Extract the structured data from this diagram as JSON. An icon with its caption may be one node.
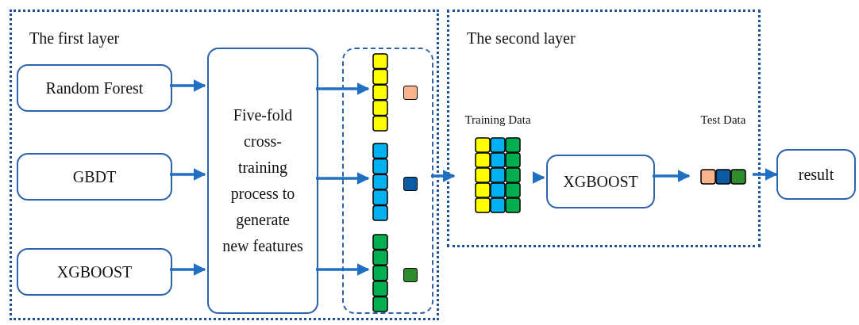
{
  "diagram": {
    "nodes": [
      {
        "text": [
          "The first layer"
        ]
      },
      {
        "text": [
          "Random Forest"
        ],
        "in": 0
      },
      {
        "text": [
          "GBDT"
        ],
        "in": 0
      },
      {
        "text": [
          "XGBOOST"
        ],
        "in": 0
      },
      {
        "text": [
          "Five-fold cross-training process to generate new features"
        ],
        "in": 0
      },
      {
        "text": [],
        "shape": "box",
        "in": 0
      },
      {
        "text": [],
        "shape": "bar",
        "in": 5
      },
      {
        "text": [],
        "shape": "box",
        "in": 5
      },
      {
        "text": [],
        "shape": "bar",
        "in": 5
      },
      {
        "text": [],
        "shape": "box",
        "in": 5
      },
      {
        "text": [],
        "shape": "bar",
        "in": 5
      },
      {
        "text": [],
        "shape": "box",
        "in": 5
      },
      {
        "text": [
          "The second layer"
        ]
      },
      {
        "text": [
          "Training Data"
        ],
        "in": 12
      },
      {
        "text": [
          "XGBOOST"
        ],
        "in": 12
      },
      {
        "text": [
          "Test Data"
        ],
        "in": 12
      },
      {
        "text": [
          "result"
        ]
      }
    ],
    "edges": [
      {
        "from": 1,
        "to": 4,
        "arrow": "to"
      },
      {
        "from": 2,
        "to": 4,
        "arrow": "to"
      },
      {
        "from": 3,
        "to": 4,
        "arrow": "to"
      },
      {
        "from": 4,
        "to": 6,
        "arrow": "to"
      },
      {
        "from": 4,
        "to": 8,
        "arrow": "to"
      },
      {
        "from": 4,
        "to": 10,
        "arrow": "to"
      },
      {
        "from": 5,
        "to": 13,
        "arrow": "to"
      },
      {
        "from": 13,
        "to": 14,
        "arrow": "to"
      },
      {
        "from": 14,
        "to": 15,
        "arrow": "to"
      },
      {
        "from": 15,
        "to": 16,
        "arrow": "to"
      }
    ]
  }
}
